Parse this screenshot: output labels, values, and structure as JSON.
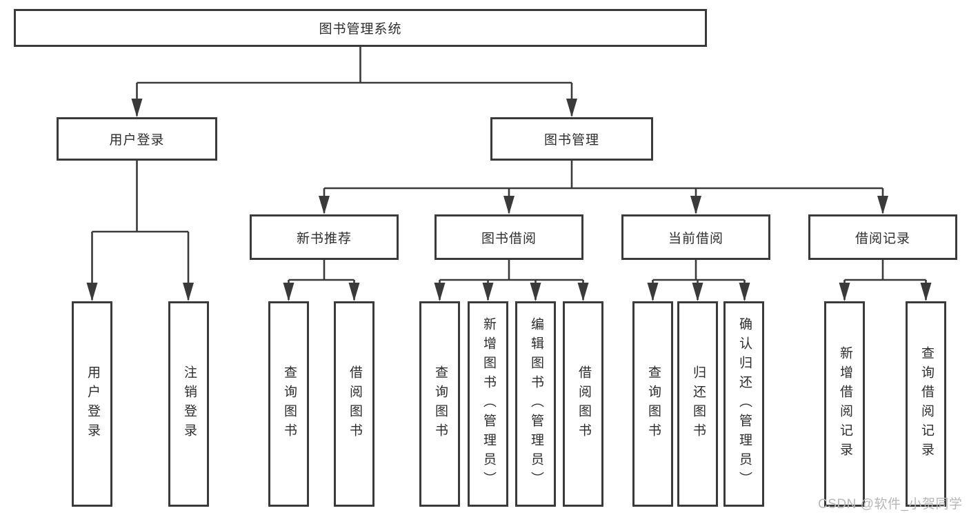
{
  "diagram": {
    "root": {
      "label": "图书管理系统",
      "children": [
        {
          "label": "用户登录",
          "children": [
            {
              "label": "用户登录"
            },
            {
              "label": "注销登录"
            }
          ]
        },
        {
          "label": "图书管理",
          "children": [
            {
              "label": "新书推荐",
              "children": [
                {
                  "label": "查询图书"
                },
                {
                  "label": "借阅图书"
                }
              ]
            },
            {
              "label": "图书借阅",
              "children": [
                {
                  "label": "查询图书"
                },
                {
                  "label": "新增图书（管理员）"
                },
                {
                  "label": "编辑图书（管理员）"
                },
                {
                  "label": "借阅图书"
                }
              ]
            },
            {
              "label": "当前借阅",
              "children": [
                {
                  "label": "查询图书"
                },
                {
                  "label": "归还图书"
                },
                {
                  "label": "确认归还（管理员）"
                }
              ]
            },
            {
              "label": "借阅记录",
              "children": [
                {
                  "label": "新增借阅记录"
                },
                {
                  "label": "查询借阅记录"
                }
              ]
            }
          ]
        }
      ]
    }
  },
  "watermark": "CSDN @软件_小贺同学",
  "colors": {
    "line": "#3a3a3a",
    "box_border": "#3a3a3a",
    "text": "#2d2d2d",
    "background": "#ffffff",
    "watermark": "#b7b7b7"
  }
}
